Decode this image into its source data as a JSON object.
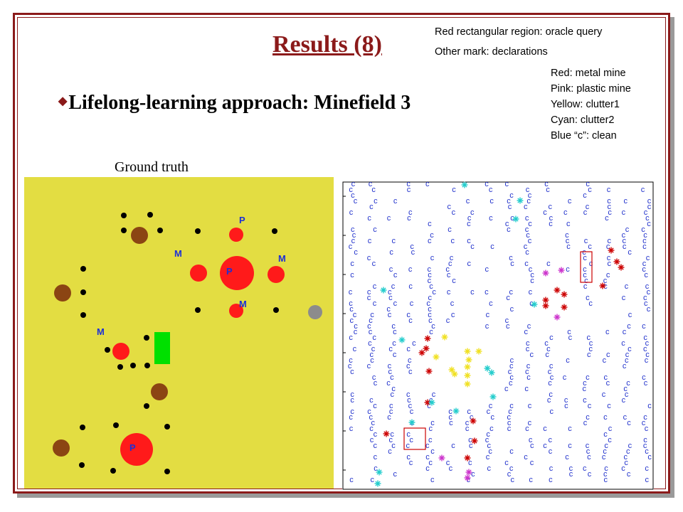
{
  "slide": {
    "title": "Results (8)",
    "bullet": "Lifelong-learning approach: Minefield 3",
    "bullet_marker": "◆",
    "ground_truth_label": "Ground truth"
  },
  "legend": {
    "oracle": "Red rectangular region: oracle query",
    "declarations": "Other mark: declarations",
    "metal": "Red: metal mine",
    "plastic": "Pink: plastic mine",
    "clutter1": "Yellow: clutter1",
    "clutter2": "Cyan: clutter2",
    "clean": "Blue “c”: clean"
  },
  "colors": {
    "frame": "#8b1a1a",
    "field": "#e3dd42",
    "mine": "#ff1a1a",
    "clutter_brown": "#8b4513",
    "label_blue": "#1c2fd6",
    "green_marker": "#00e000",
    "gray_object": "#8c8c8c",
    "clean_c": "#2233cc",
    "metal_mark": "#cc0000",
    "plastic_mark": "#cc33cc",
    "clutter1_mark": "#f0e020",
    "clutter2_mark": "#22cccc"
  },
  "ground_truth_labels": [
    "P",
    "M",
    "M",
    "P",
    "M",
    "M",
    "P"
  ]
}
